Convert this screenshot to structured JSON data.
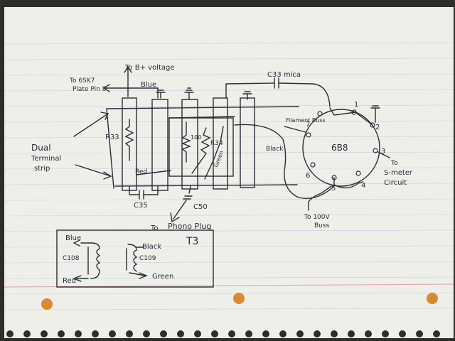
{
  "colors": {
    "paper": "#efefea",
    "ink": "#2a2c36",
    "rule_blue": "#9fb4d6",
    "margin_red": "#e2a0a8",
    "hole": "#d98a2a"
  },
  "labels": {
    "b_plus": "To B+ voltage",
    "to_6sk": "To 6SK7",
    "plate_pin8": "Plate Pin 8",
    "blue_top": "Blue",
    "c33_mica": "C33 mica",
    "filament_buss": "Filament Buss",
    "r33": "R33",
    "dual_terminal": "Dual",
    "dual_terminal2": "Terminal",
    "dual_terminal3": "strip",
    "res_100": "100",
    "r34": "R34",
    "green_mid": "Green",
    "black_mid": "Black",
    "red_mid": "Red",
    "c35": "C35",
    "c50": "C50",
    "to_phono": "To",
    "phono_plug": "Phono Plug",
    "tube": "6B8",
    "pin1": "1",
    "pin2": "2",
    "pin3": "3",
    "pin4": "4",
    "pin5": "5",
    "pin6": "6",
    "pin7": "7",
    "to_smeter": "To",
    "smeter": "S-meter",
    "circuit": "Circuit",
    "to_100v": "To 100V",
    "buss": "Buss",
    "t3": "T3",
    "t3_blue": "Blue",
    "t3_black": "Black",
    "c108": "C108",
    "c109": "C109",
    "t3_red": "Red",
    "t3_green": "Green"
  }
}
